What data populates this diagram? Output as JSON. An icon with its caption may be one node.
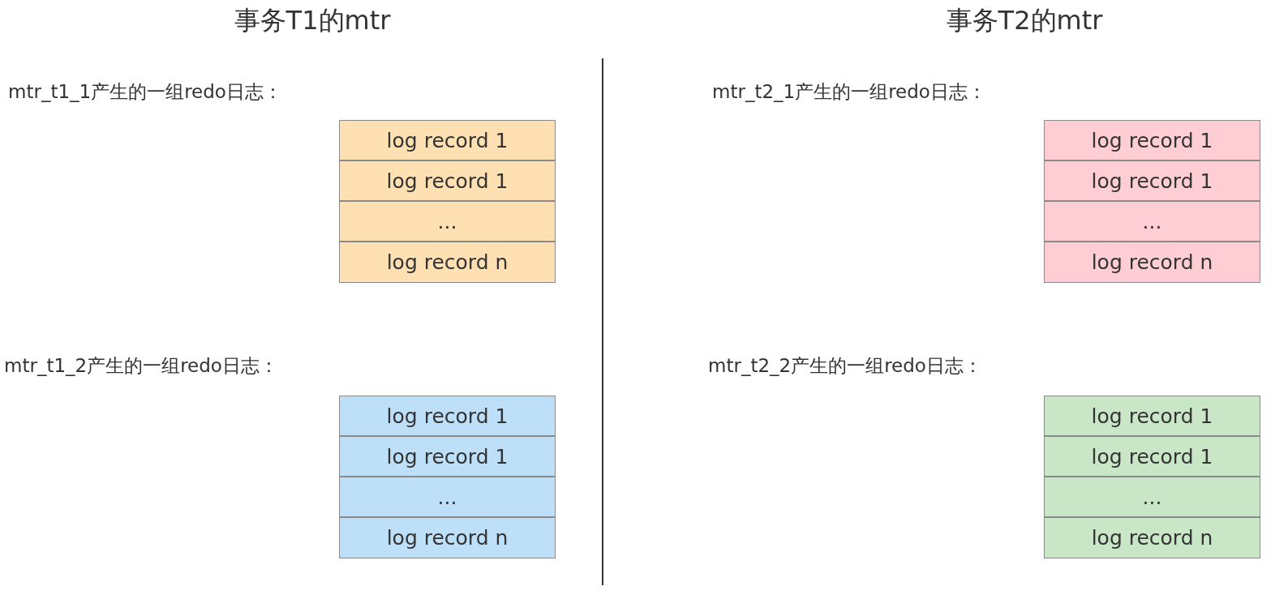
{
  "diagram": {
    "nodes": [
      {
        "text": [
          "log record 1"
        ]
      },
      {
        "text": [
          "log record 1"
        ]
      },
      {
        "text": [
          "..."
        ]
      },
      {
        "text": [
          "log record n"
        ]
      },
      {
        "text": [
          "log record 1"
        ]
      },
      {
        "text": [
          "log record 1"
        ]
      },
      {
        "text": [
          "..."
        ]
      },
      {
        "text": [
          "log record n"
        ]
      },
      {
        "text": [
          "log record 1"
        ]
      },
      {
        "text": [
          "log record 1"
        ]
      },
      {
        "text": [
          "..."
        ]
      },
      {
        "text": [
          "log record n"
        ]
      },
      {
        "text": [
          "log record 1"
        ]
      },
      {
        "text": [
          "log record 1"
        ]
      },
      {
        "text": [
          "..."
        ]
      },
      {
        "text": [
          "log record n"
        ]
      }
    ],
    "edges": [],
    "labels": [
      "事务T1的mtr",
      "事务T2的mtr",
      "mtr_t1_1产生的一组redo日志：",
      "mtr_t2_1产生的一组redo日志：",
      "mtr_t1_2产生的一组redo日志：",
      "mtr_t2_2产生的一组redo日志："
    ]
  }
}
